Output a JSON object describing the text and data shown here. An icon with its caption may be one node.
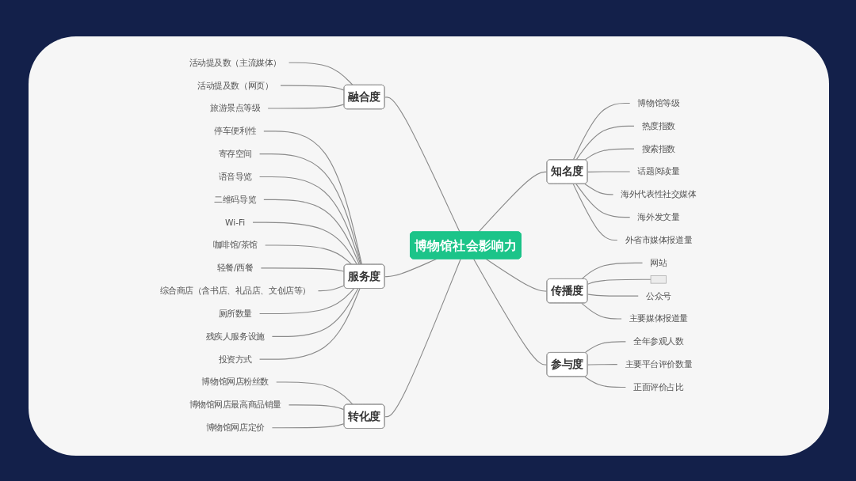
{
  "diagram": {
    "nodes": [
      {
        "text": [
          "博物馆社会影响力"
        ]
      },
      {
        "text": [
          "融合度"
        ]
      },
      {
        "text": [
          "活动提及数（主流媒体）"
        ]
      },
      {
        "text": [
          "活动提及数（网页）"
        ]
      },
      {
        "text": [
          "旅游景点等级"
        ]
      },
      {
        "text": [
          "服务度"
        ]
      },
      {
        "text": [
          "停车便利性"
        ]
      },
      {
        "text": [
          "寄存空间"
        ]
      },
      {
        "text": [
          "语音导览"
        ]
      },
      {
        "text": [
          "二维码导览"
        ]
      },
      {
        "text": [
          "Wi-Fi"
        ]
      },
      {
        "text": [
          "咖啡馆/茶馆"
        ]
      },
      {
        "text": [
          "轻餐/西餐"
        ]
      },
      {
        "text": [
          "综合商店（含书店、礼品店、文创店等）"
        ]
      },
      {
        "text": [
          "厕所数量"
        ]
      },
      {
        "text": [
          "残疾人服务设施"
        ]
      },
      {
        "text": [
          "投资方式"
        ]
      },
      {
        "text": [
          "转化度"
        ]
      },
      {
        "text": [
          "博物馆网店粉丝数"
        ]
      },
      {
        "text": [
          "博物馆网店最高商品销量"
        ]
      },
      {
        "text": [
          "博物馆网店定价"
        ]
      },
      {
        "text": [
          "知名度"
        ]
      },
      {
        "text": [
          "博物馆等级"
        ]
      },
      {
        "text": [
          "热度指数"
        ]
      },
      {
        "text": [
          "搜索指数"
        ]
      },
      {
        "text": [
          "话题阅读量"
        ]
      },
      {
        "text": [
          "海外代表性社交媒体"
        ]
      },
      {
        "text": [
          "海外发文量"
        ]
      },
      {
        "text": [
          "外省市媒体报道量"
        ]
      },
      {
        "text": [
          "传播度"
        ]
      },
      {
        "text": [
          "网站"
        ]
      },
      {
        "text": [],
        "shape": "box"
      },
      {
        "text": [
          "公众号"
        ]
      },
      {
        "text": [
          "主要媒体报道量"
        ]
      },
      {
        "text": [
          "参与度"
        ]
      },
      {
        "text": [
          "全年参观人数"
        ]
      },
      {
        "text": [
          "主要平台评价数量"
        ]
      },
      {
        "text": [
          "正面评价占比"
        ]
      }
    ],
    "edges": [
      {
        "from": 0,
        "to": 1,
        "arrow": "none"
      },
      {
        "from": 1,
        "to": 2,
        "arrow": "none"
      },
      {
        "from": 1,
        "to": 3,
        "arrow": "none"
      },
      {
        "from": 1,
        "to": 4,
        "arrow": "none"
      },
      {
        "from": 0,
        "to": 5,
        "arrow": "none"
      },
      {
        "from": 5,
        "to": 6,
        "arrow": "none"
      },
      {
        "from": 5,
        "to": 7,
        "arrow": "none"
      },
      {
        "from": 5,
        "to": 8,
        "arrow": "none"
      },
      {
        "from": 5,
        "to": 9,
        "arrow": "none"
      },
      {
        "from": 5,
        "to": 10,
        "arrow": "none"
      },
      {
        "from": 5,
        "to": 11,
        "arrow": "none"
      },
      {
        "from": 5,
        "to": 12,
        "arrow": "none"
      },
      {
        "from": 5,
        "to": 13,
        "arrow": "none"
      },
      {
        "from": 5,
        "to": 14,
        "arrow": "none"
      },
      {
        "from": 5,
        "to": 15,
        "arrow": "none"
      },
      {
        "from": 5,
        "to": 16,
        "arrow": "none"
      },
      {
        "from": 0,
        "to": 17,
        "arrow": "none"
      },
      {
        "from": 17,
        "to": 18,
        "arrow": "none"
      },
      {
        "from": 17,
        "to": 19,
        "arrow": "none"
      },
      {
        "from": 17,
        "to": 20,
        "arrow": "none"
      },
      {
        "from": 0,
        "to": 21,
        "arrow": "none"
      },
      {
        "from": 21,
        "to": 22,
        "arrow": "none"
      },
      {
        "from": 21,
        "to": 23,
        "arrow": "none"
      },
      {
        "from": 21,
        "to": 24,
        "arrow": "none"
      },
      {
        "from": 21,
        "to": 25,
        "arrow": "none"
      },
      {
        "from": 21,
        "to": 26,
        "arrow": "none"
      },
      {
        "from": 21,
        "to": 27,
        "arrow": "none"
      },
      {
        "from": 21,
        "to": 28,
        "arrow": "none"
      },
      {
        "from": 0,
        "to": 29,
        "arrow": "none"
      },
      {
        "from": 29,
        "to": 30,
        "arrow": "none"
      },
      {
        "from": 29,
        "to": 31,
        "arrow": "none"
      },
      {
        "from": 29,
        "to": 32,
        "arrow": "none"
      },
      {
        "from": 29,
        "to": 33,
        "arrow": "none"
      },
      {
        "from": 0,
        "to": 34,
        "arrow": "none"
      },
      {
        "from": 34,
        "to": 35,
        "arrow": "none"
      },
      {
        "from": 34,
        "to": 36,
        "arrow": "none"
      },
      {
        "from": 34,
        "to": 37,
        "arrow": "none"
      }
    ]
  }
}
